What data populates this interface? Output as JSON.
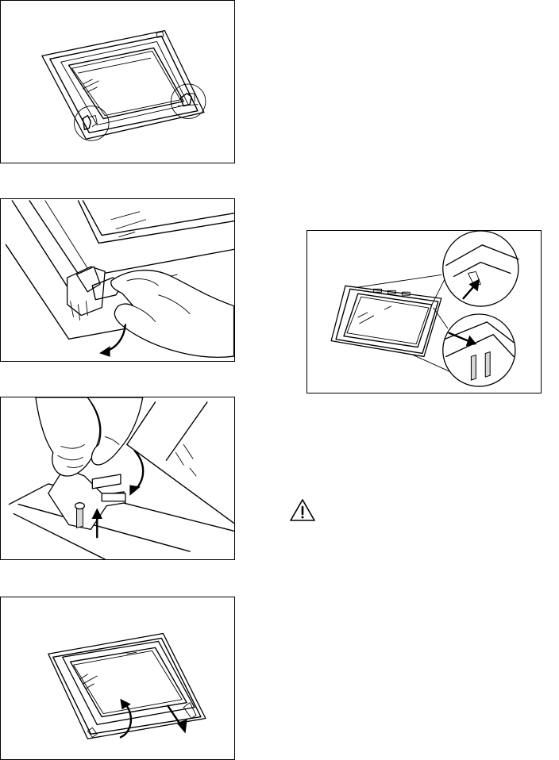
{
  "figures": [
    {
      "id": "door-hinge-overview",
      "icon": "oven-door-glass-panel-with-hinge-callouts"
    },
    {
      "id": "hinge-release-hand",
      "icon": "hand-releasing-door-hinge"
    },
    {
      "id": "hinge-clip-fold",
      "icon": "hand-folding-hinge-clip"
    },
    {
      "id": "glass-panel-removal",
      "icon": "lifting-glass-panel-out"
    },
    {
      "id": "panel-reinstall-detail",
      "icon": "glass-panel-reinstall-detail"
    }
  ],
  "warning": {
    "icon": "warning-triangle-icon",
    "color": "#000000"
  }
}
